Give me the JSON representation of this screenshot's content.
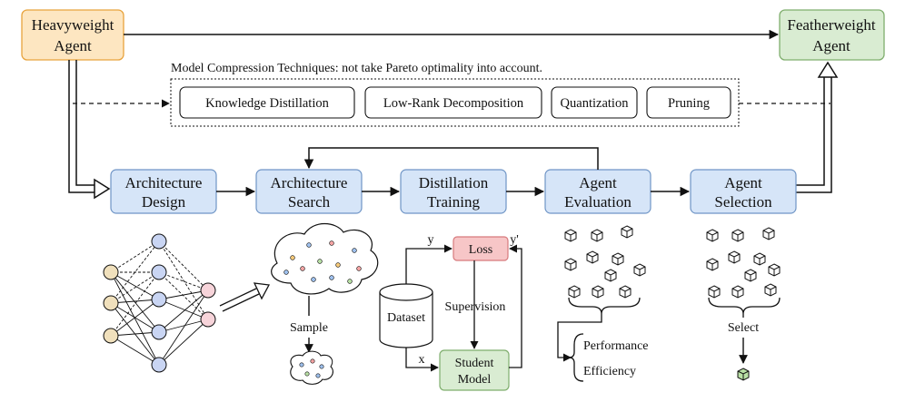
{
  "agents": {
    "heavy_line1": "Heavyweight",
    "heavy_line2": "Agent",
    "feather_line1": "Featherweight",
    "feather_line2": "Agent"
  },
  "compression": {
    "caption": "Model Compression Techniques: not take Pareto optimality into account.",
    "techniques": [
      "Knowledge Distillation",
      "Low-Rank Decomposition",
      "Quantization",
      "Pruning"
    ]
  },
  "pipeline": [
    {
      "line1": "Architecture",
      "line2": "Design"
    },
    {
      "line1": "Architecture",
      "line2": "Search"
    },
    {
      "line1": "Distillation",
      "line2": "Training"
    },
    {
      "line1": "Agent",
      "line2": "Evaluation"
    },
    {
      "line1": "Agent",
      "line2": "Selection"
    }
  ],
  "search": {
    "sample_label": "Sample"
  },
  "training": {
    "dataset": "Dataset",
    "loss": "Loss",
    "supervision": "Supervision",
    "student_line1": "Student",
    "student_line2": "Model",
    "y_label": "y",
    "y_prime_label": "y'",
    "x_label": "x"
  },
  "evaluation": {
    "metric1": "Performance",
    "metric2": "Efficiency"
  },
  "selection": {
    "select_label": "Select"
  },
  "colors": {
    "agent_orange_fill": "#fde6c1",
    "agent_orange_stroke": "#e8a33d",
    "agent_green_fill": "#d9ecd2",
    "agent_green_stroke": "#7fae6d",
    "blue_fill": "#d6e5f8",
    "blue_stroke": "#6f95c6",
    "loss_fill": "#f7c6c7",
    "loss_stroke": "#d77a7d"
  }
}
